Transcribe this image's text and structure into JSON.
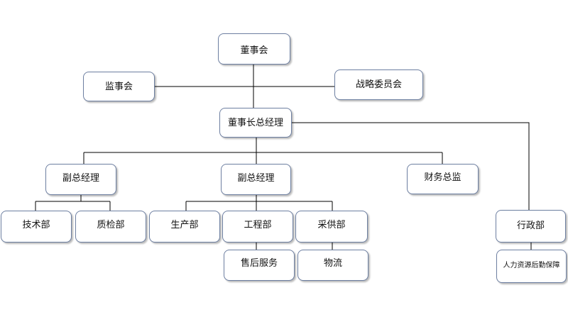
{
  "org_chart": {
    "board": "董事会",
    "supervisory_board": "监事会",
    "strategy_committee": "战略委员会",
    "chairman_gm": "董事长总经理",
    "deputy_gm_1": "副总经理",
    "deputy_gm_2": "副总经理",
    "finance_director": "财务总监",
    "admin": "行政部",
    "tech_dept": "技术部",
    "qc_dept": "质检部",
    "production_dept": "生产部",
    "engineering_dept": "工程部",
    "procurement_dept": "采供部",
    "after_sales": "售后服务",
    "logistics": "物流",
    "hr_logistics": "人力资源后勤保障"
  },
  "colors": {
    "box_border": "#6d7fa1",
    "connector": "#000000"
  }
}
